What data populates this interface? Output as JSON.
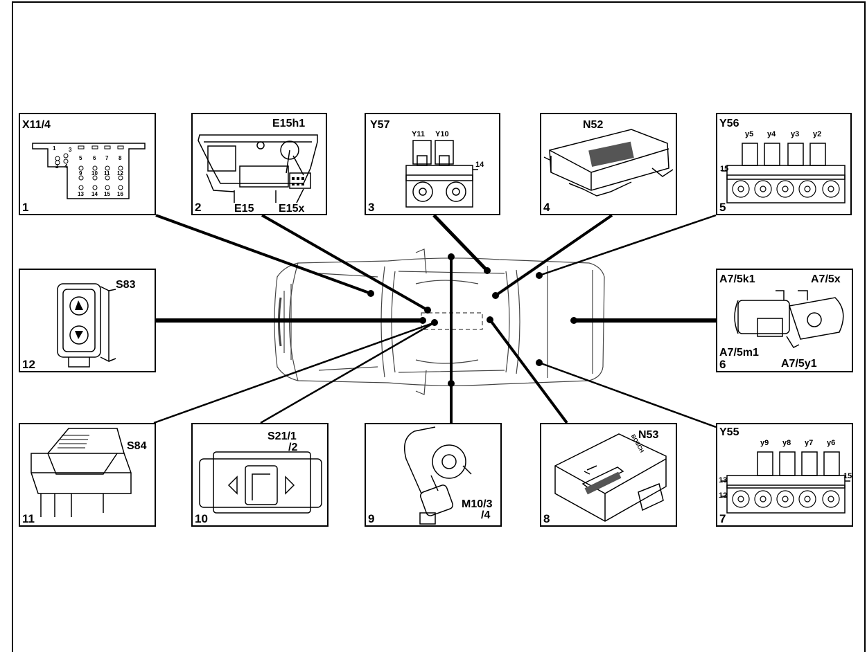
{
  "panels": [
    {
      "id": 1,
      "number": "1",
      "labels": [
        "X11/4"
      ],
      "pins": [
        "1",
        "2",
        "3",
        "4",
        "5",
        "6",
        "7",
        "8",
        "9",
        "10",
        "11",
        "12",
        "13",
        "14",
        "15",
        "16"
      ]
    },
    {
      "id": 2,
      "number": "2",
      "labels": [
        "E15h1",
        "E15",
        "E15x"
      ]
    },
    {
      "id": 3,
      "number": "3",
      "labels": [
        "Y57",
        "Y11",
        "Y10",
        "14"
      ]
    },
    {
      "id": 4,
      "number": "4",
      "labels": [
        "N52"
      ]
    },
    {
      "id": 5,
      "number": "5",
      "labels": [
        "Y56",
        "y5",
        "y4",
        "y3",
        "y2",
        "15"
      ]
    },
    {
      "id": 6,
      "number": "6",
      "labels": [
        "A7/5k1",
        "A7/5x",
        "A7/5m1",
        "A7/5y1"
      ]
    },
    {
      "id": 7,
      "number": "7",
      "labels": [
        "Y55",
        "y9",
        "y8",
        "y7",
        "y6",
        "13",
        "12",
        "15"
      ]
    },
    {
      "id": 8,
      "number": "8",
      "labels": [
        "N53"
      ],
      "brand": "BOSCH"
    },
    {
      "id": 9,
      "number": "9",
      "labels": [
        "M10/3",
        "/4"
      ]
    },
    {
      "id": 10,
      "number": "10",
      "labels": [
        "S21/1",
        "/2"
      ]
    },
    {
      "id": 11,
      "number": "11",
      "labels": [
        "S84"
      ]
    },
    {
      "id": 12,
      "number": "12",
      "labels": [
        "S83"
      ]
    }
  ]
}
